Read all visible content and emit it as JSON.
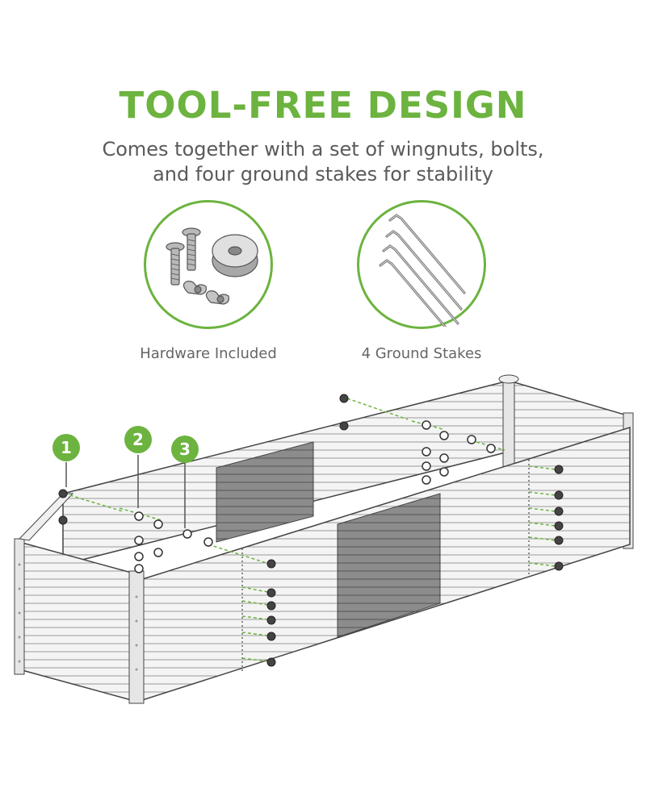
{
  "header": {
    "title": "TOOL-FREE DESIGN",
    "subtitle_line1": "Comes together with a set of wingnuts, bolts,",
    "subtitle_line2": "and four ground stakes for stability"
  },
  "features": [
    {
      "caption": "Hardware Included",
      "icon": "hardware-icon"
    },
    {
      "caption": "4 Ground Stakes",
      "icon": "stakes-icon"
    }
  ],
  "steps": [
    {
      "number": "1"
    },
    {
      "number": "2"
    },
    {
      "number": "3"
    }
  ],
  "colors": {
    "accent": "#6cb33f",
    "text_gray": "#5a5a5a",
    "panel_light": "#f2f2f2",
    "panel_dark": "#8a8a8a"
  }
}
